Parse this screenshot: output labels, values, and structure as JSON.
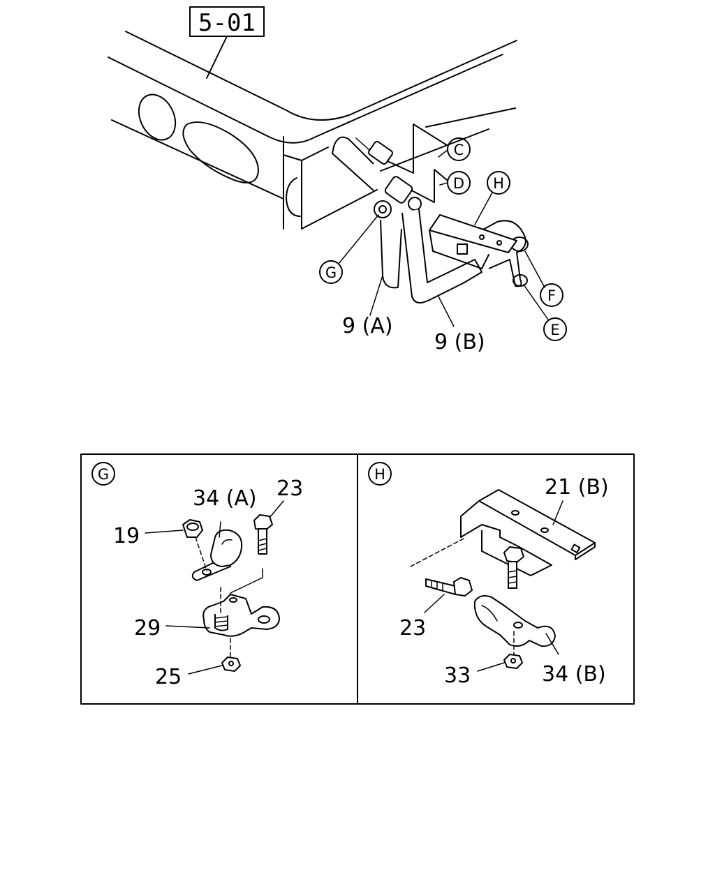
{
  "reference_box": "5-01",
  "main_view": {
    "callouts": [
      {
        "letter": "C"
      },
      {
        "letter": "D"
      },
      {
        "letter": "H"
      },
      {
        "letter": "G"
      },
      {
        "letter": "F"
      },
      {
        "letter": "E"
      }
    ],
    "part_labels": [
      "9 (A)",
      "9 (B)"
    ]
  },
  "detail_g": {
    "letter": "G",
    "labels": [
      "34 (A)",
      "23",
      "19",
      "29",
      "25"
    ]
  },
  "detail_h": {
    "letter": "H",
    "labels": [
      "21 (B)",
      "23",
      "33",
      "34 (B)"
    ]
  }
}
